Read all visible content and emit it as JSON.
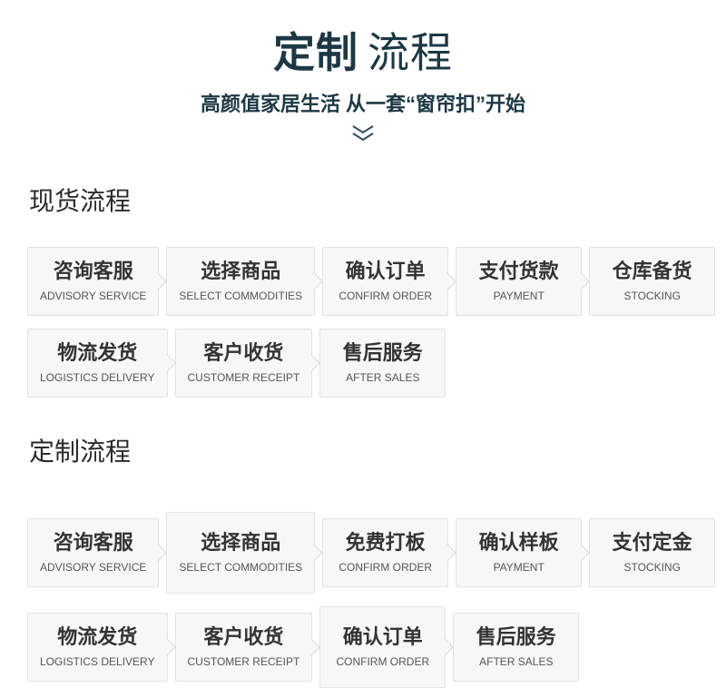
{
  "theme": {
    "accent_color": "#1c3844",
    "box_background": "#f7f7f7",
    "box_border": "#e2e2e2",
    "arrow_color": "#d9d9d9",
    "step_title_color": "#333333",
    "step_subtitle_color": "#555555"
  },
  "header": {
    "title_bold": "定制",
    "title_light": "流程",
    "subtitle": "高颜值家居生活 从一套“窗帘扣”开始",
    "scroll_icon": "double-chevron-down-icon"
  },
  "sections": [
    {
      "heading": "现货流程",
      "rows": [
        [
          {
            "cn": "咨询客服",
            "en": "ADVISORY SERVICE"
          },
          {
            "cn": "选择商品",
            "en": "SELECT COMMODITIES"
          },
          {
            "cn": "确认订单",
            "en": "CONFIRM ORDER"
          },
          {
            "cn": "支付货款",
            "en": "PAYMENT"
          },
          {
            "cn": "仓库备货",
            "en": "STOCKING"
          }
        ],
        [
          {
            "cn": "物流发货",
            "en": "LOGISTICS DELIVERY"
          },
          {
            "cn": "客户收货",
            "en": "CUSTOMER RECEIPT"
          },
          {
            "cn": "售后服务",
            "en": "AFTER SALES"
          }
        ]
      ]
    },
    {
      "heading": "定制流程",
      "rows": [
        [
          {
            "cn": "咨询客服",
            "en": "ADVISORY SERVICE"
          },
          {
            "cn": "选择商品",
            "en": "SELECT COMMODITIES",
            "tall": true
          },
          {
            "cn": "免费打板",
            "en": "CONFIRM ORDER"
          },
          {
            "cn": "确认样板",
            "en": "PAYMENT"
          },
          {
            "cn": "支付定金",
            "en": "STOCKING"
          }
        ],
        [
          {
            "cn": "物流发货",
            "en": "LOGISTICS DELIVERY"
          },
          {
            "cn": "客户收货",
            "en": "CUSTOMER RECEIPT"
          },
          {
            "cn": "确认订单",
            "en": "CONFIRM ORDER",
            "tall": true
          },
          {
            "cn": "售后服务",
            "en": "AFTER SALES"
          }
        ]
      ]
    }
  ]
}
